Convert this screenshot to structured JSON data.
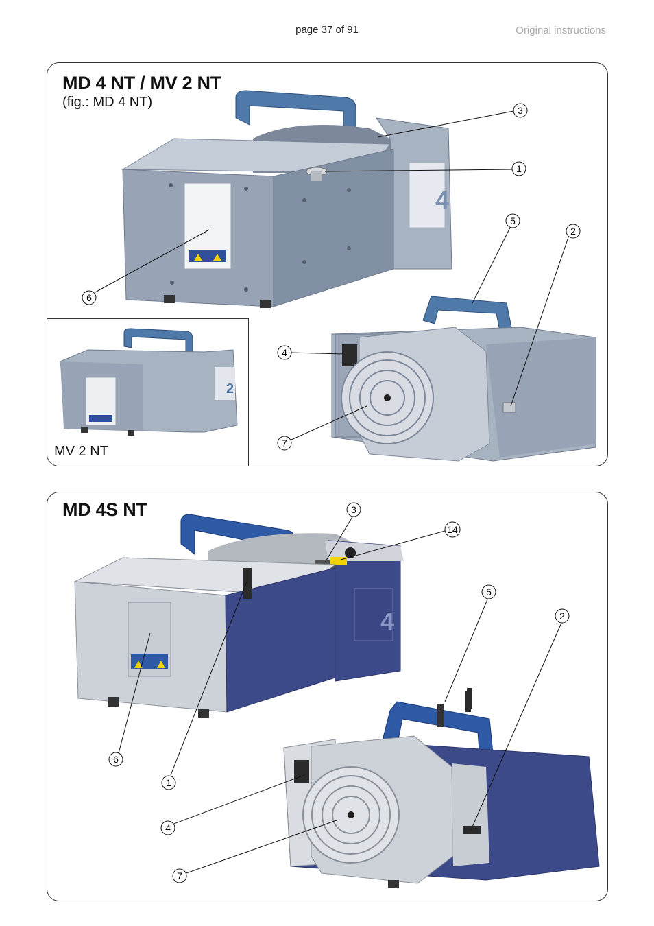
{
  "header": {
    "page_label": "page 37 of 91",
    "note": "Original instructions"
  },
  "panel_a": {
    "title": "MD 4 NT / MV 2 NT",
    "subtitle": "(fig.: MD 4 NT)",
    "inset_label": "MV 2 NT",
    "callouts": [
      "3",
      "1",
      "5",
      "2",
      "6",
      "4",
      "7"
    ],
    "big_digit": "4",
    "inset_digit": "2"
  },
  "panel_b": {
    "title": "MD 4S NT",
    "callouts": [
      "3",
      "14",
      "5",
      "2",
      "6",
      "1",
      "4",
      "7"
    ],
    "big_digit": "4"
  },
  "colors": {
    "pump_grey": "#8c98a9",
    "handle_blue_a": "#4f79a8",
    "handle_blue_b": "#2e5aa6",
    "body_navy": "#3c4a8a",
    "panel_border": "#333333",
    "warning_yellow": "#f2d400"
  }
}
